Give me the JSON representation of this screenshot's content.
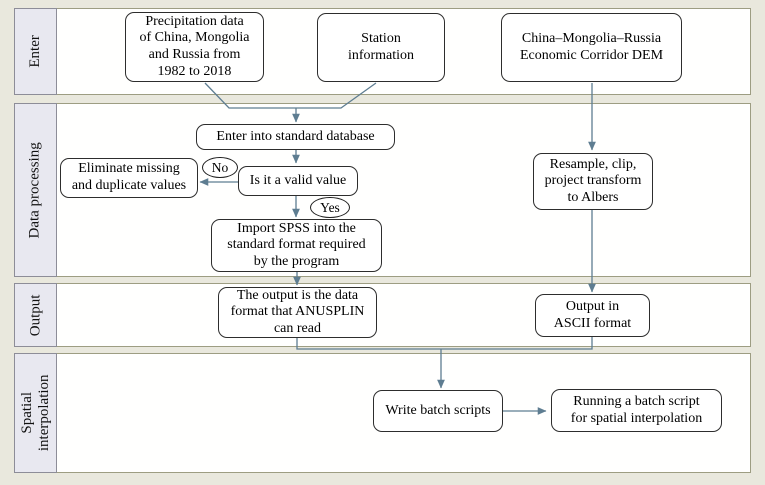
{
  "title": "ANUSPLIN spatial interpolation workflow flowchart",
  "colors": {
    "page_background": "#e9e8dd",
    "lane_fill": "#fffffe",
    "lane_border": "#9d9d82",
    "lane_label_fill": "#e8e8f0",
    "lane_label_border": "#8d8d98",
    "node_fill": "#ffffff",
    "node_border": "#2d2d2d",
    "connector": "#5e7d91",
    "text": "#000000"
  },
  "lanes": [
    {
      "id": "enter",
      "label": "Enter"
    },
    {
      "id": "data-processing",
      "label": "Data processing"
    },
    {
      "id": "output",
      "label": "Output"
    },
    {
      "id": "spatial-interpolation",
      "label": "Spatial\ninterpolation"
    }
  ],
  "nodes": {
    "precipitation": {
      "lane": "enter",
      "text": "Precipitation data\nof China, Mongolia\nand Russia from\n1982 to 2018"
    },
    "station": {
      "lane": "enter",
      "text": "Station\ninformation"
    },
    "dem": {
      "lane": "enter",
      "text": "China–Mongolia–Russia\nEconomic Corridor DEM"
    },
    "standard_db": {
      "lane": "data-processing",
      "text": "Enter into standard database"
    },
    "eliminate": {
      "lane": "data-processing",
      "text": "Eliminate missing\nand duplicate values"
    },
    "valid": {
      "lane": "data-processing",
      "text": "Is it a valid value"
    },
    "import_spss": {
      "lane": "data-processing",
      "text": "Import SPSS into the\nstandard format required\nby the program"
    },
    "resample": {
      "lane": "data-processing",
      "text": "Resample, clip,\nproject transform\nto Albers"
    },
    "anusplin": {
      "lane": "output",
      "text": "The output is the data\nformat that ANUSPLIN\ncan read"
    },
    "ascii": {
      "lane": "output",
      "text": "Output in\nASCII format"
    },
    "write_batch": {
      "lane": "spatial-interpolation",
      "text": "Write batch scripts"
    },
    "run_batch": {
      "lane": "spatial-interpolation",
      "text": "Running a batch script\nfor spatial interpolation"
    }
  },
  "decisions": {
    "no": "No",
    "yes": "Yes"
  },
  "edges": [
    {
      "from": "precipitation",
      "to": "standard_db",
      "label": ""
    },
    {
      "from": "station",
      "to": "standard_db",
      "label": ""
    },
    {
      "from": "dem",
      "to": "resample",
      "label": ""
    },
    {
      "from": "standard_db",
      "to": "valid",
      "label": ""
    },
    {
      "from": "valid",
      "to": "eliminate",
      "label": "No"
    },
    {
      "from": "valid",
      "to": "import_spss",
      "label": "Yes"
    },
    {
      "from": "import_spss",
      "to": "anusplin",
      "label": ""
    },
    {
      "from": "resample",
      "to": "ascii",
      "label": ""
    },
    {
      "from": "anusplin",
      "to": "write_batch",
      "label": ""
    },
    {
      "from": "ascii",
      "to": "write_batch",
      "label": ""
    },
    {
      "from": "write_batch",
      "to": "run_batch",
      "label": ""
    }
  ]
}
